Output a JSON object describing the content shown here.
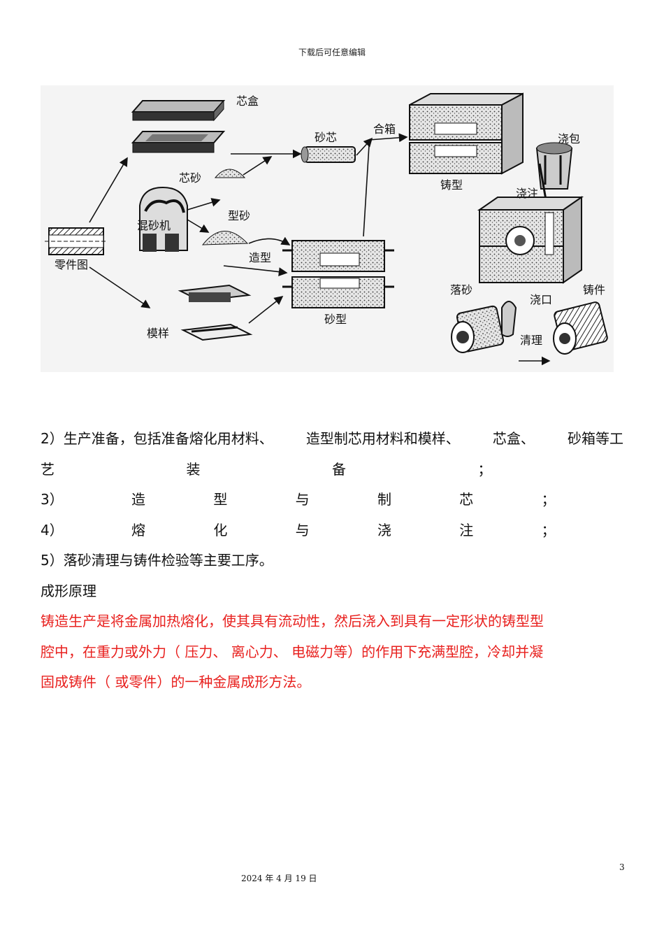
{
  "header": {
    "note": "下载后可任意编辑"
  },
  "figure": {
    "labels": {
      "core_box": "芯盒",
      "sand_core": "砂芯",
      "close_box": "合箱",
      "ladle": "浇包",
      "core_sand": "芯砂",
      "casting_mold": "铸型",
      "pouring": "浇注",
      "sand_mixer": "混砂机",
      "molding_sand": "型砂",
      "part_drawing": "零件图",
      "molding": "造型",
      "shakeout": "落砂",
      "gate": "浇口",
      "casting": "铸件",
      "pattern": "模样",
      "sand_mold": "砂型",
      "cleaning": "清理"
    }
  },
  "content": {
    "p2_line1": [
      "2）生产准备，包括准备熔化用材料、",
      "造型制芯用材料和模样、",
      "芯盒、",
      "砂箱等工"
    ],
    "p2_line2": [
      "艺",
      "装",
      "备",
      "；",
      ""
    ],
    "p3": [
      "3）",
      "造",
      "型",
      "与",
      "制",
      "芯",
      "；"
    ],
    "p4": [
      "4）",
      "熔",
      "化",
      "与",
      "浇",
      "注",
      "；"
    ],
    "p5": "5）落砂清理与铸件检验等主要工序。",
    "heading": "成形原理",
    "red_lines": [
      "铸造生产是将金属加热熔化，使其具有流动性，然后浇入到具有一定形状的铸型型",
      "腔中，在重力或外力（ 压力、 离心力、 电磁力等）的作用下充满型腔，冷却并凝",
      "固成铸件（ 或零件）的一种金属成形方法。"
    ]
  },
  "footer": {
    "page_number": "3",
    "date": "2024 年 4 月 19 日"
  }
}
